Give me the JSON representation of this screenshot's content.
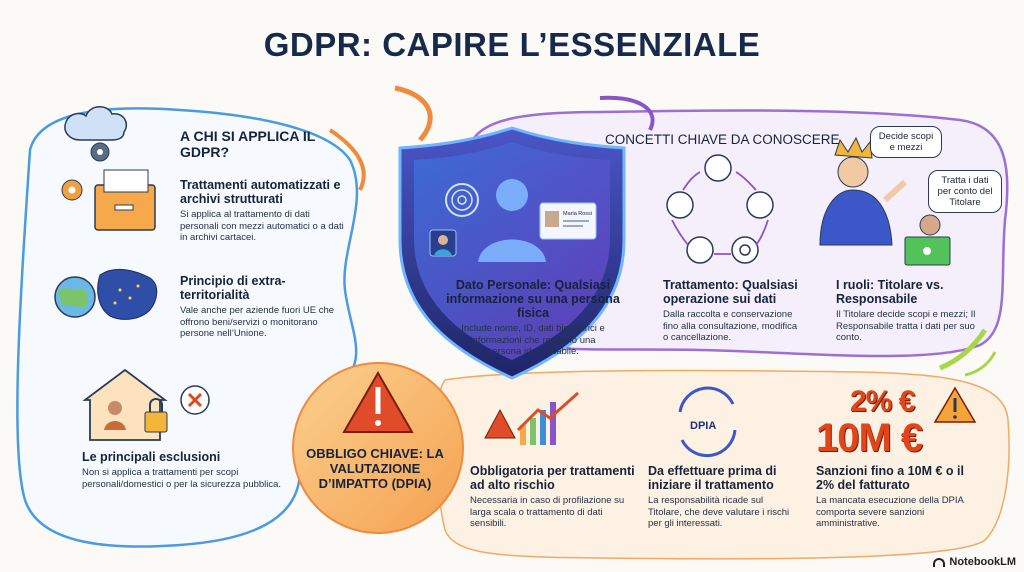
{
  "title": "GDPR: CAPIRE L’ESSENZIALE",
  "applies": {
    "heading": "A CHI SI APPLICA IL GDPR?",
    "automated": {
      "heading": "Trattamenti automatizzati e archivi strutturati",
      "text": "Si applica al trattamento di dati personali con mezzi automatici o a dati in archivi cartacei."
    },
    "territorial": {
      "heading": "Principio di extra-territorialità",
      "text": "Vale anche per aziende fuori UE che offrono beni/servizi o monitorano persone nell’Unione."
    },
    "exclusions": {
      "heading": "Le principali esclusioni",
      "text": "Non si applica a trattamenti per scopi personali/domestici o per la sicurezza pubblica."
    }
  },
  "shield": {
    "badge": "Maria Rossi"
  },
  "concepts": {
    "heading": "CONCETTI CHIAVE DA CONOSCERE",
    "personal_data": {
      "heading": "Dato Personale: Qualsiasi informazione su una persona fisica",
      "text": "Include nome, ID, dati biometrici e informazioni che rendono una persona identificabile."
    },
    "processing": {
      "heading": "Trattamento: Qualsiasi operazione sui dati",
      "text": "Dalla raccolta e conservazione fino alla consultazione, modifica o cancellazione."
    },
    "roles": {
      "heading": "I ruoli: Titolare vs. Responsabile",
      "text": "Il Titolare decide scopi e mezzi; Il Responsabile tratta i dati per suo conto."
    },
    "bubble_controller": "Decide scopi e mezzi",
    "bubble_processor": "Tratta i dati per conto del Titolare"
  },
  "dpia": {
    "heading": "OBBLIGO CHIAVE: LA VALUTAZIONE D’IMPATTO (DPIA)",
    "icon_label": "DPIA",
    "high_risk": {
      "heading": "Obbligatoria per trattamenti ad alto rischio",
      "text": "Necessaria in caso di profilazione su larga scala o trattamento di dati sensibili."
    },
    "before": {
      "heading": "Da effettuare prima di iniziare il trattamento",
      "text": "La responsabilità ricade sul Titolare, che deve valutare i rischi per gli interessati."
    },
    "sanctions": {
      "heading": "Sanzioni fino a 10M € o il 2% del fatturato",
      "text": "La mancata esecuzione della DPIA comporta severe sanzioni amministrative.",
      "big_percent": "2% €",
      "big_amount": "10M €"
    }
  },
  "brand": "NotebookLM",
  "colors": {
    "title": "#182a4b",
    "shield": "#2d3a9a",
    "orange": "#f08a3c",
    "purple": "#8a54c9",
    "blue": "#3e8fd8",
    "red": "#e0451b"
  }
}
